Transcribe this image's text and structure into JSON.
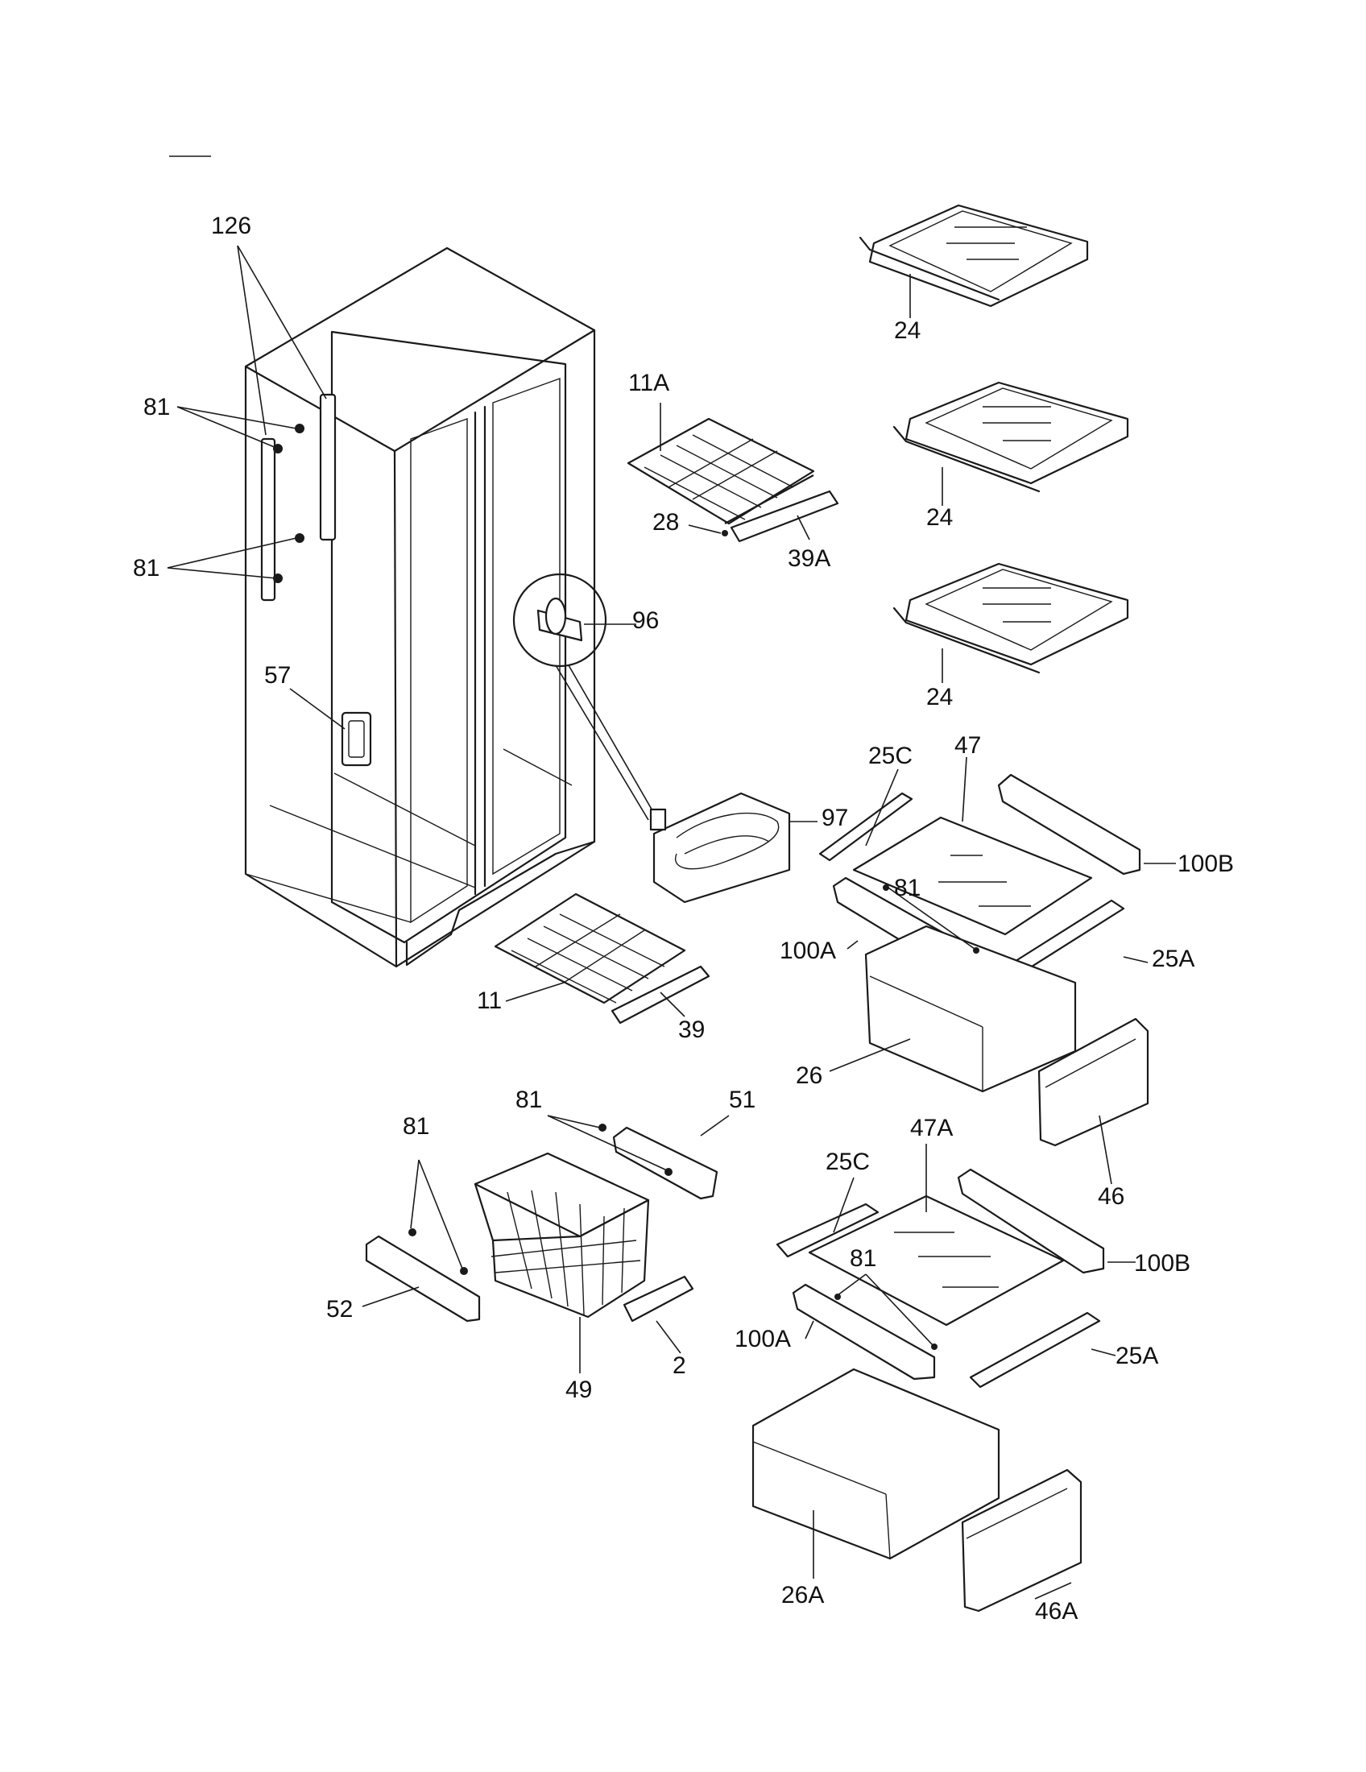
{
  "labels": {
    "l126": "126",
    "l81a": "81",
    "l81b": "81",
    "l57": "57",
    "l11A": "11A",
    "l28": "28",
    "l39A": "39A",
    "l96": "96",
    "l97": "97",
    "l24a": "24",
    "l24b": "24",
    "l24c": "24",
    "l25C": "25C",
    "l47": "47",
    "l100B": "100B",
    "l81c": "81",
    "l100A": "100A",
    "l25A": "25A",
    "l11": "11",
    "l39": "39",
    "l26": "26",
    "l46": "46",
    "l81d": "81",
    "l51": "51",
    "l81e": "81",
    "l52": "52",
    "l49": "49",
    "l2": "2",
    "l25C2": "25C",
    "l47A": "47A",
    "l81f": "81",
    "l100B2": "100B",
    "l100A2": "100A",
    "l25A2": "25A",
    "l26A": "26A",
    "l46A": "46A"
  }
}
